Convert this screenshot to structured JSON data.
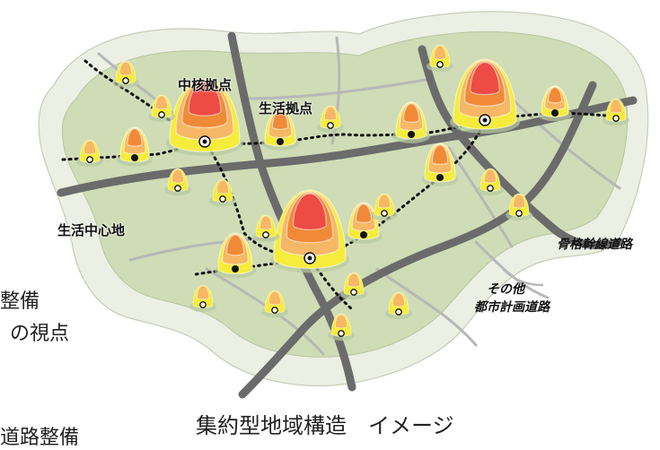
{
  "diagram": {
    "caption": "集約型地域構造　イメージ",
    "labels": {
      "core_hub": "中核拠点",
      "life_hub": "生活拠点",
      "life_center": "生活中心地",
      "arterial_road": "骨格幹線道路",
      "other_road_line1": "その他",
      "other_road_line2": "都市計画道路"
    },
    "cut_off_text": {
      "line1": "整備",
      "line2": "の視点",
      "line3": "道路整備"
    },
    "colors": {
      "outer_region": "#ecefe3",
      "inner_region": "#cfdcb6",
      "arterial_road": "#6b6b6b",
      "minor_road": "#b7b7b7",
      "network_dots": "#111111",
      "cone_red": "#ee4b45",
      "cone_orange": "#f08a37",
      "cone_light_orange": "#f6b866",
      "cone_yellow": "#f6ec3c"
    }
  }
}
